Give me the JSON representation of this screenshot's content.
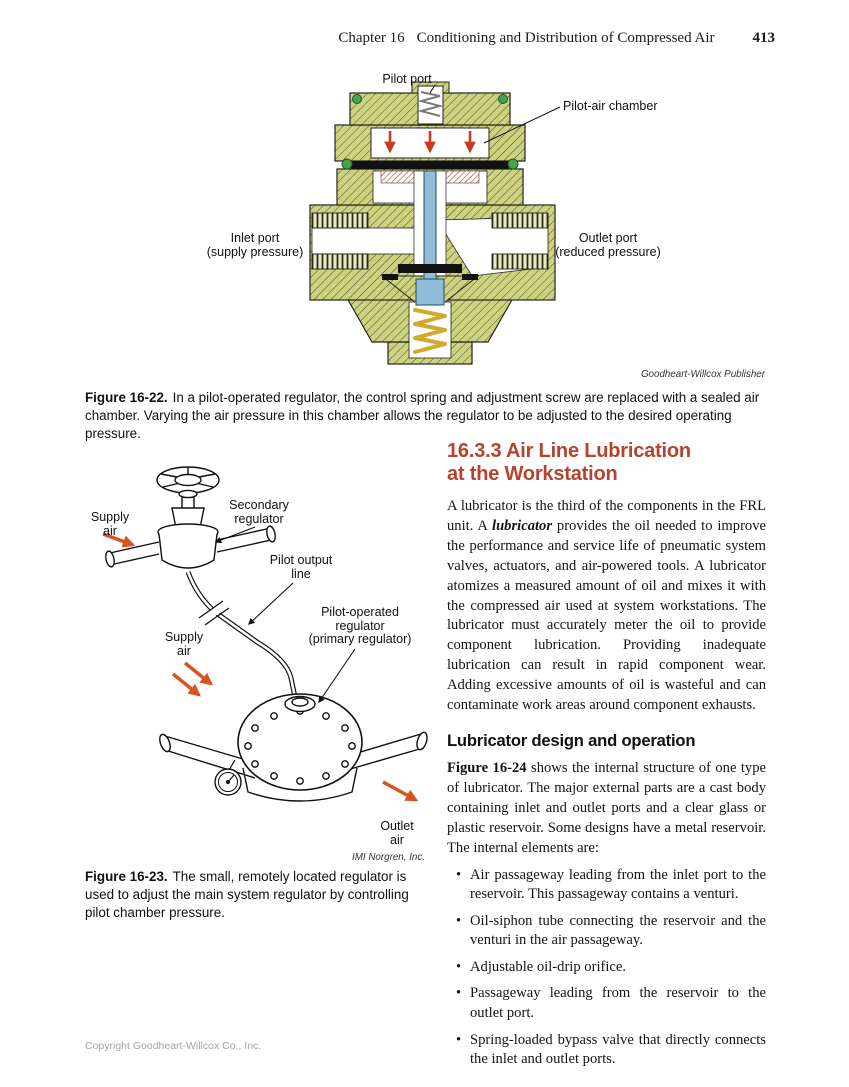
{
  "page": {
    "header_chapter": "Chapter 16",
    "header_title": "Conditioning and Distribution of Compressed Air",
    "page_number": "413",
    "footer_copyright": "Copyright Goodheart-Willcox Co., Inc."
  },
  "figure_16_22": {
    "labels": {
      "pilot_port": "Pilot port",
      "pilot_air_chamber": "Pilot-air chamber",
      "inlet_line1": "Inlet port",
      "inlet_line2": "(supply pressure)",
      "outlet_line1": "Outlet port",
      "outlet_line2": "(reduced pressure)"
    },
    "credit": "Goodheart-Willcox Publisher",
    "caption_label": "Figure 16-22.",
    "caption_text": "In a pilot-operated regulator, the control spring and adjustment screw are replaced with a sealed air chamber. Varying the air pressure in this chamber allows the regulator to be adjusted to the desired operating pressure."
  },
  "figure_16_23": {
    "labels": {
      "supply_top_line1": "Supply",
      "supply_top_line2": "air",
      "secondary_line1": "Secondary",
      "secondary_line2": "regulator",
      "pilot_output_line1": "Pilot output",
      "pilot_output_line2": "line",
      "primary_line1": "Pilot-operated",
      "primary_line2": "regulator",
      "primary_line3": "(primary regulator)",
      "supply_mid_line1": "Supply",
      "supply_mid_line2": "air",
      "outlet_line1": "Outlet",
      "outlet_line2": "air"
    },
    "credit": "IMI Norgren, Inc.",
    "caption_label": "Figure 16-23.",
    "caption_text": "The small, remotely located regulator is used to adjust the main system regulator by controlling pilot chamber pressure."
  },
  "section": {
    "heading_line1": "16.3.3 Air Line Lubrication",
    "heading_line2": "at the Workstation",
    "para1_a": "A lubricator is the third of the components in the FRL unit. A ",
    "para1_term": "lubricator",
    "para1_b": " provides the oil needed to improve the performance and service life of pneumatic system valves, actuators, and air-powered tools. A lubricator atomizes a measured amount of oil and mixes it with the compressed air used at system workstations. The lubricator must accurately meter the oil to provide component lubrication. Providing inadequate lubrication can result in rapid component wear. Adding excessive amounts of oil is wasteful and can contaminate work areas around component exhausts.",
    "subheading": "Lubricator design and operation",
    "para2_figref": "Figure 16-24",
    "para2_b": " shows the internal structure of one type of lubricator. The major external parts are a cast body containing inlet and outlet ports and a clear glass or plastic reservoir. Some designs have a metal reservoir. The internal elements are:",
    "bullets": [
      "Air passageway leading from the inlet port to the reservoir. This passageway contains a venturi.",
      "Oil-siphon tube connecting the reservoir and the venturi in the air passageway.",
      "Adjustable oil-drip orifice.",
      "Passageway leading from the reservoir to the outlet port.",
      "Spring-loaded bypass valve that directly connects the inlet and outlet ports."
    ]
  },
  "colors": {
    "heading_red": "#b5432f",
    "body_fill_green": "#cdd27e",
    "chamber_arrow_red": "#cc3b1e",
    "flow_arrow_orange": "#d9541e",
    "stem_blue": "#8fbcd9",
    "spring_yellow": "#d2a92c",
    "bolt_green": "#4aa348"
  }
}
